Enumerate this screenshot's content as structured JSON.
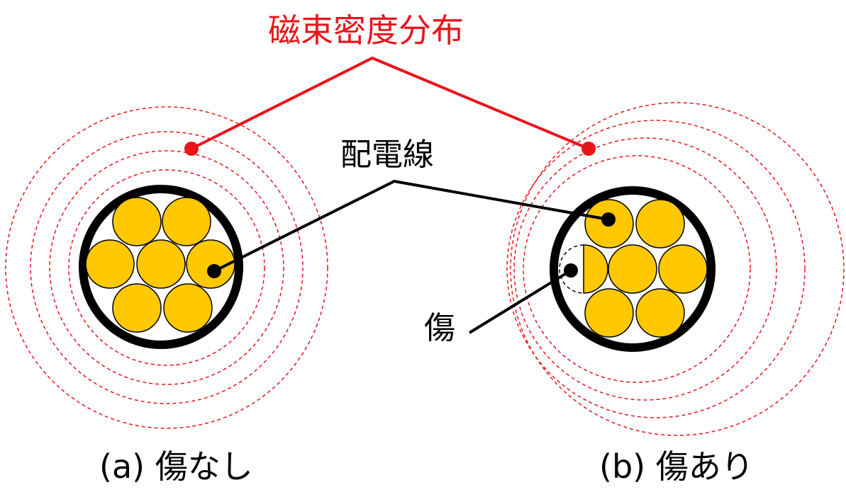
{
  "labels": {
    "title": "磁束密度分布",
    "wire": "配電線",
    "damage": "傷",
    "caption_a": "(a) 傷なし",
    "caption_b": "(b) 傷あり"
  },
  "colors": {
    "flux": "#e8141b",
    "strand_fill": "#ffc800",
    "strand_stroke": "#000000",
    "sheath": "#000000",
    "text": "#000000"
  }
}
